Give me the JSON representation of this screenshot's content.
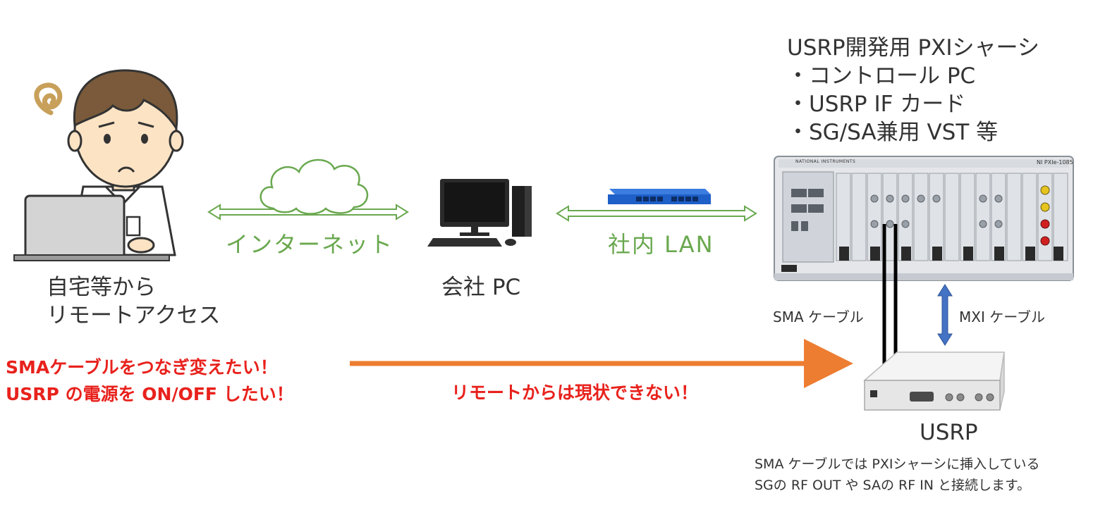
{
  "home": {
    "line1": "自宅等から",
    "line2": "リモートアクセス"
  },
  "internet_label": "インターネット",
  "company_pc_label": "会社 PC",
  "lan_label": "社内 LAN",
  "chassis": {
    "title": "USRP開発用 PXIシャーシ",
    "items": [
      "・コントロール PC",
      "・USRP IF カード",
      "・SG/SA兼用 VST 等"
    ],
    "brand": "NATIONAL INSTRUMENTS",
    "model": "NI PXIe-1085"
  },
  "sma_cable_label": "SMA ケーブル",
  "mxi_cable_label": "MXI ケーブル",
  "wishes": {
    "line1": "SMAケーブルをつなぎ変えたい！",
    "line2": "USRP の電源を ON/OFF したい！"
  },
  "remote_not_possible": "リモートからは現状できない！",
  "usrp_label": "USRP",
  "note": {
    "line1": "SMA ケーブルでは PXIシャーシに挿入している",
    "line2": "SGの RF OUT や SAの RF IN と接続します。"
  },
  "colors": {
    "green": "#6aa84f",
    "red": "#e8211c",
    "orange": "#ed7d31",
    "blue": "#4472c4",
    "switch_blue": "#1e5fc8"
  }
}
